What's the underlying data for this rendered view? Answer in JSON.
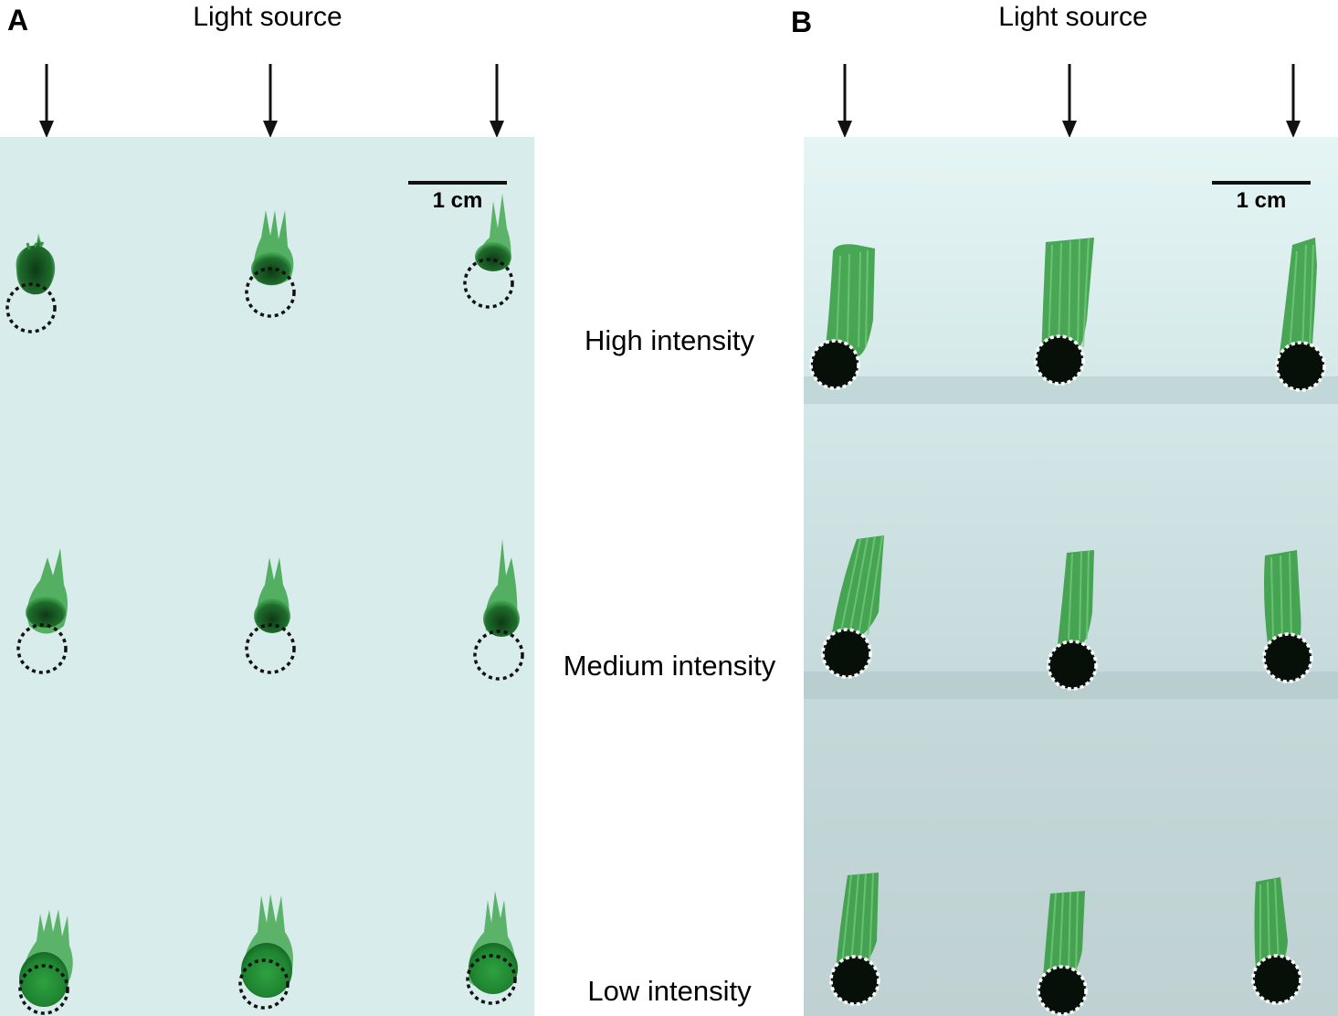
{
  "figure": {
    "panel_a": {
      "letter": "A",
      "light_label": "Light source",
      "scale_label": "1 cm"
    },
    "panel_b": {
      "letter": "B",
      "light_label": "Light source",
      "scale_label": "1 cm"
    },
    "row_labels": [
      "High intensity",
      "Medium intensity",
      "Low intensity"
    ],
    "colors": {
      "plate_a": "#d8eceb",
      "plate_b": "#cde0e1",
      "growth": "#2e9a3a",
      "growth_dark": "#0e3a16",
      "arrow": "#111111"
    },
    "icons": [
      "down-arrow-icon",
      "dotted-circle-marker"
    ]
  }
}
